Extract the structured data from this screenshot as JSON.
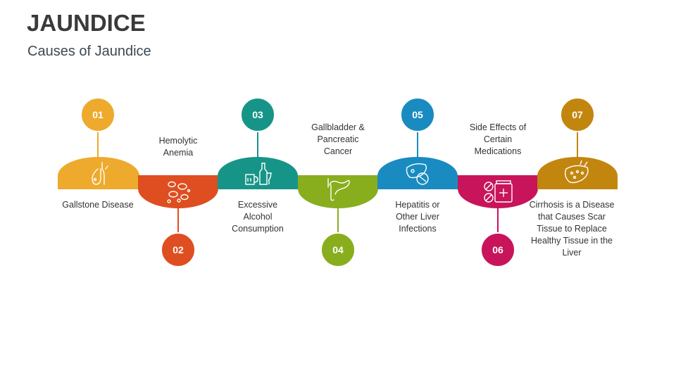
{
  "header": {
    "title": "JAUNDICE",
    "subtitle": "Causes of Jaundice"
  },
  "steps": [
    {
      "number": "01",
      "label": "Gallstone Disease",
      "color": "#EEAA2D",
      "icon": "gallbladder-icon"
    },
    {
      "number": "02",
      "label": "Hemolytic Anemia",
      "color": "#DE4E20",
      "icon": "blood-cells-icon"
    },
    {
      "number": "03",
      "label": "Excessive Alcohol Consumption",
      "color": "#179488",
      "icon": "alcohol-bottles-icon"
    },
    {
      "number": "04",
      "label": "Gallbladder & Pancreatic Cancer",
      "color": "#88AE1E",
      "icon": "pancreas-icon"
    },
    {
      "number": "05",
      "label": "Hepatitis or Other Liver Infections",
      "color": "#1A8BC0",
      "icon": "infected-liver-icon"
    },
    {
      "number": "06",
      "label": "Side Effects of Certain Medications",
      "color": "#C8145A",
      "icon": "medication-icon"
    },
    {
      "number": "07",
      "label": "Cirrhosis is a Disease that Causes Scar Tissue to Replace Healthy Tissue in the Liver",
      "color": "#C2860F",
      "icon": "cirrhosis-liver-icon"
    }
  ]
}
